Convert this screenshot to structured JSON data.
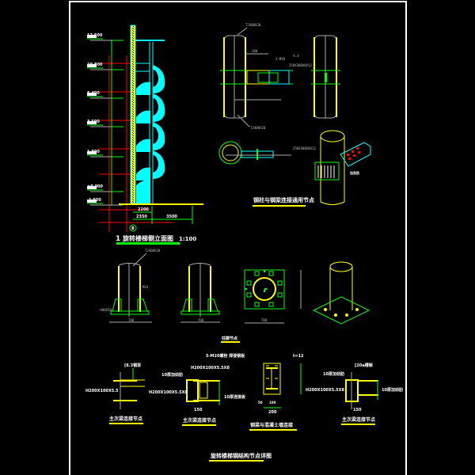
{
  "colors": {
    "background": "#000000",
    "frame": "#ffffff",
    "yellow": "#ffff00",
    "green": "#00ff00",
    "cyan": "#00ffff",
    "red": "#ff0000",
    "gray": "#c0c0c0",
    "white": "#ffffff"
  },
  "elevation": {
    "title_number": "1",
    "title": "旋转楼梯侧立面图",
    "scale": "1:100",
    "level_labels": [
      "12.600",
      "10.800",
      "5.400",
      "3.600",
      "1.800",
      "±0.000",
      "-1.500"
    ],
    "dim_labels": [
      "2200",
      "2350",
      "3500"
    ],
    "axis_bubble": "B"
  },
  "beam_column_node": {
    "title": "钢柱与钢梁连接通用节点",
    "labels": [
      "TJ400X20",
      "TJ400X20",
      "250X300X8X12",
      "2-M20",
      "-4.4",
      "180"
    ],
    "callout": "加劲肋"
  },
  "base_node": {
    "title": "柱脚节点",
    "labels": [
      "TJ400X20",
      "700",
      "700",
      "700",
      "-400X20",
      "M24"
    ]
  },
  "main_secondary_node_1": {
    "title": "主次梁连接节点",
    "labels": [
      "[8.3钢梁",
      "H200X100X5.5"
    ]
  },
  "main_secondary_node_2": {
    "title": "主次梁连接节点",
    "labels": [
      "H200X100X5.5X8",
      "10厚加劲肋",
      "H200X100X5.5X8",
      "10厚连接板",
      "150"
    ]
  },
  "embed_node": {
    "title": "钢梁与混凝土墙连接",
    "labels": [
      "5-M20螺栓 焊接钢板",
      "t=12",
      "200",
      "100",
      "50"
    ]
  },
  "main_secondary_node_3": {
    "title": "主次梁连接节点",
    "labels": [
      "[20a槽钢",
      "10厚加劲肋",
      "H200X100X5.5X8",
      "10厚加劲肋",
      "150"
    ]
  },
  "sheet_title": "旋转楼梯钢结构节点详图"
}
